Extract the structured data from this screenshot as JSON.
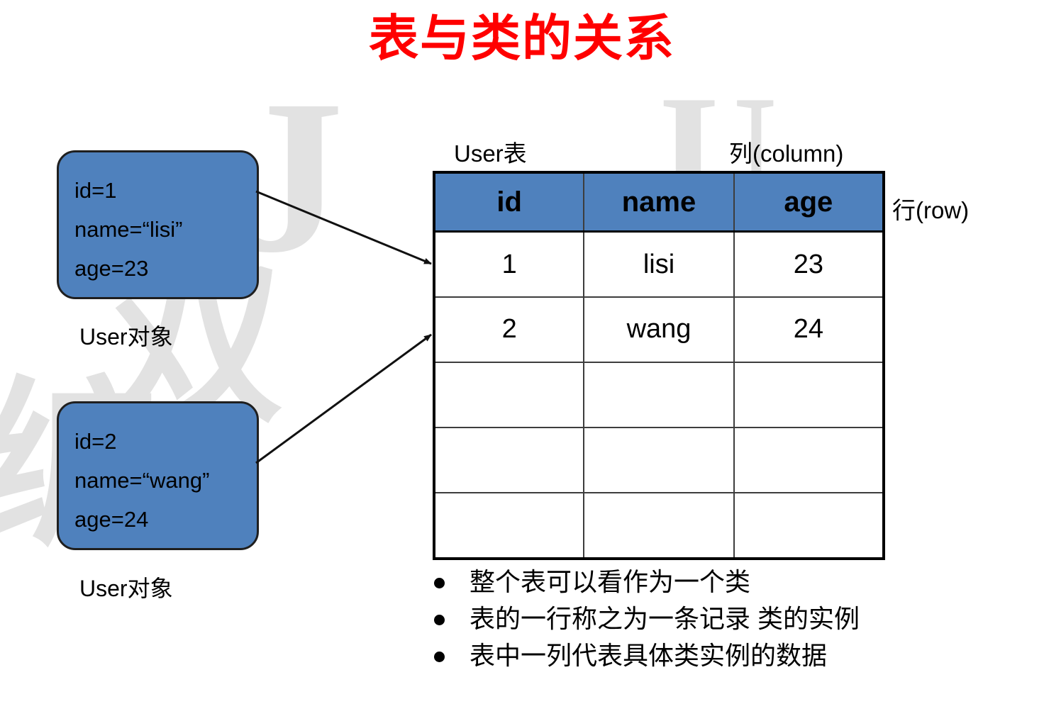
{
  "title": "表与类的关系",
  "colors": {
    "title": "#ff0000",
    "accent_blue": "#4f81bd",
    "outline": "#1f1f1f",
    "watermark": "#e2e2e2"
  },
  "watermark": {
    "glyphs": [
      "J",
      "双",
      "编",
      "U"
    ]
  },
  "objects": [
    {
      "caption": "User对象",
      "lines": [
        "id=1",
        "name=“lisi”",
        "age=23"
      ]
    },
    {
      "caption": "User对象",
      "lines": [
        "id=2",
        "name=“wang”",
        "age=24"
      ]
    }
  ],
  "table": {
    "name_label": "User表",
    "column_label": "列(column)",
    "row_label": "行(row)",
    "headers": [
      "id",
      "name",
      "age"
    ],
    "rows": [
      [
        "1",
        "lisi",
        "23"
      ],
      [
        "2",
        "wang",
        "24"
      ],
      [
        "",
        "",
        ""
      ],
      [
        "",
        "",
        ""
      ],
      [
        "",
        "",
        ""
      ]
    ]
  },
  "notes": [
    "整个表可以看作为一个类",
    "表的一行称之为一条记录  类的实例",
    "表中一列代表具体类实例的数据"
  ]
}
